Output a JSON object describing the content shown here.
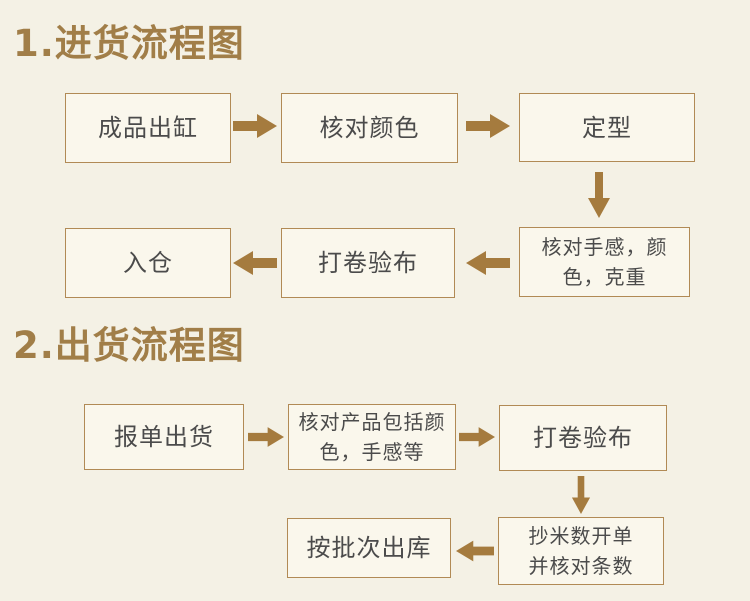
{
  "colors": {
    "background": "#f4f1e5",
    "box_fill": "#faf7ec",
    "box_border": "#b18a55",
    "box_text": "#4b4b4b",
    "title_text": "#a17e48",
    "arrow": "#a57b3e"
  },
  "sections": [
    {
      "title": "1.进货流程图",
      "boxes": [
        {
          "label": "成品出缸"
        },
        {
          "label": "核对颜色"
        },
        {
          "label": "定型"
        },
        {
          "label": "核对手感，颜\n色，克重"
        },
        {
          "label": "打卷验布"
        },
        {
          "label": "入仓"
        }
      ]
    },
    {
      "title": "2.出货流程图",
      "boxes": [
        {
          "label": "报单出货"
        },
        {
          "label": "核对产品包括颜\n色，手感等"
        },
        {
          "label": "打卷验布"
        },
        {
          "label": "抄米数开单\n并核对条数"
        },
        {
          "label": "按批次出库"
        }
      ]
    }
  ]
}
